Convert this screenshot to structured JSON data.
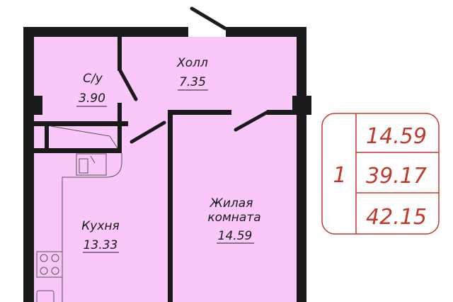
{
  "rooms": [
    {
      "name": "С/у",
      "area": "3.90"
    },
    {
      "name": "Холл",
      "area": "7.35"
    },
    {
      "name": "Кухня",
      "area": "13.33"
    },
    {
      "name_line1": "Жилая",
      "name_line2": "комната",
      "area": "14.59"
    }
  ],
  "legend": {
    "rooms_count": "1",
    "living_area": "14.59",
    "useful_area": "39.17",
    "total_area": "42.15"
  },
  "colors": {
    "room_fill": "#f9c8f9",
    "wall": "#1a1a1a",
    "legend": "#c0392b"
  }
}
